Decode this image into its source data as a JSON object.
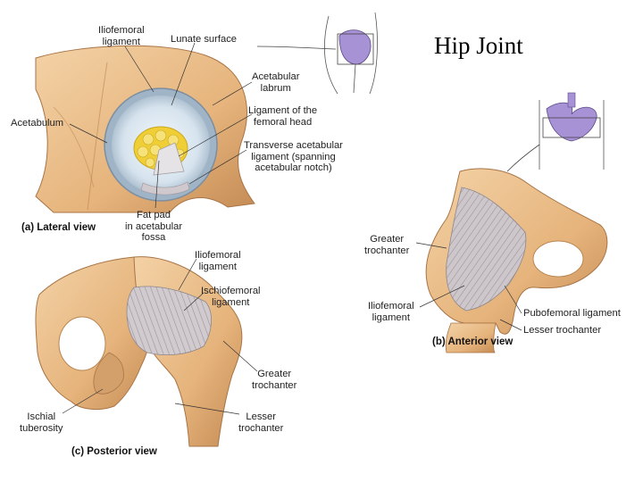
{
  "slide": {
    "title": "Hip Joint"
  },
  "lateral_view": {
    "caption_letter": "(a)",
    "caption_text": "Lateral view",
    "labels": {
      "iliofemoral": "Iliofemoral\nligament",
      "lunate_surface": "Lunate surface",
      "acetabular_labrum": "Acetabular\nlabrum",
      "acetabulum": "Acetabulum",
      "ligament_femoral_head": "Ligament of the\nfemoral head",
      "transverse_acetabular": "Transverse acetabular\nligament (spanning\nacetabular notch)",
      "fat_pad": "Fat pad\nin acetabular\nfossa"
    }
  },
  "anterior_view": {
    "caption_letter": "(b)",
    "caption_text": "Anterior view",
    "labels": {
      "greater_trochanter": "Greater\ntrochanter",
      "iliofemoral": "Iliofemoral\nligament",
      "pubofemoral": "Pubofemoral ligament",
      "lesser_trochanter": "Lesser trochanter"
    }
  },
  "posterior_view": {
    "caption_letter": "(c)",
    "caption_text": "Posterior view",
    "labels": {
      "iliofemoral": "Iliofemoral\nligament",
      "ischiofemoral": "Ischiofemoral\nligament",
      "greater_trochanter": "Greater\ntrochanter",
      "ischial_tuberosity": "Ischial\ntuberosity",
      "lesser_trochanter": "Lesser\ntrochanter"
    }
  },
  "colors": {
    "bone": "#e9be8a",
    "bone_shadow": "#b98552",
    "cartilage": "#cfe0ec",
    "fat": "#f1d23a",
    "ligament": "#c9c3c7",
    "pelvis_highlight": "#a892d6"
  }
}
